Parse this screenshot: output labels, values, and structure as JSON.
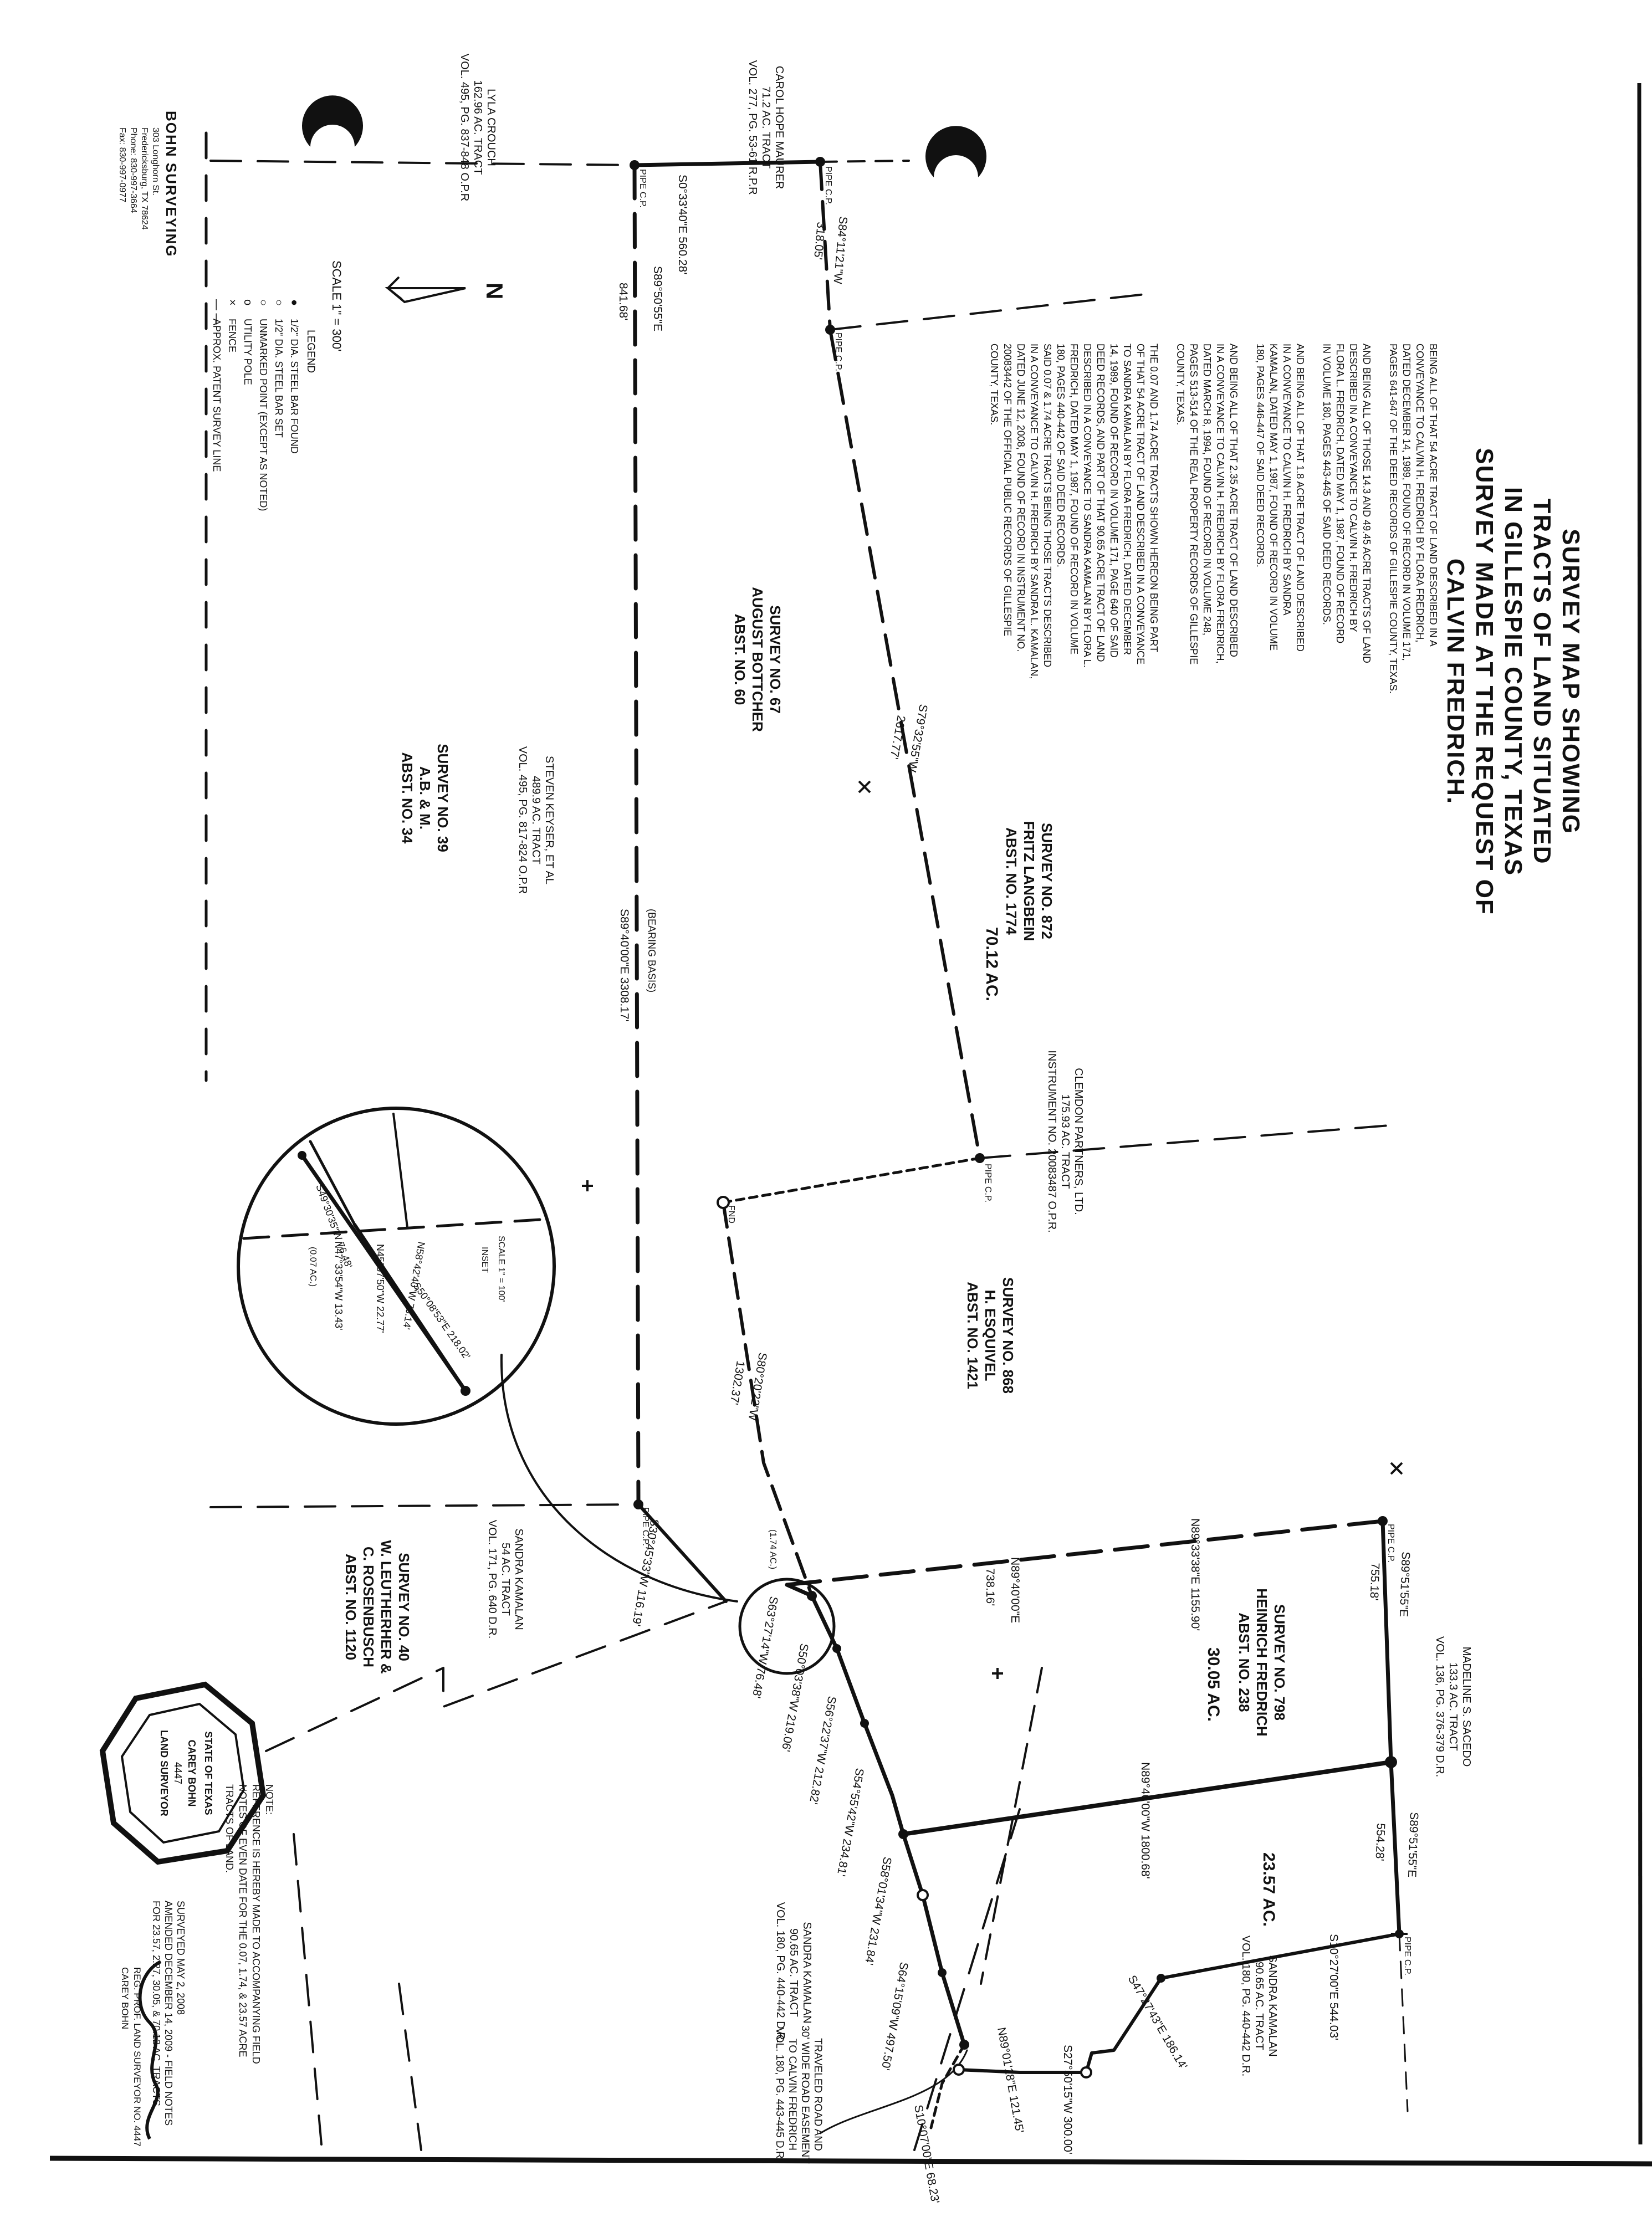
{
  "title_block": {
    "lines": [
      "SURVEY MAP SHOWING",
      "TRACTS OF LAND SITUATED",
      "IN GILLESPIE COUNTY, TEXAS",
      "SURVEY MADE AT THE REQUEST OF",
      "CALVIN FREDRICH."
    ]
  },
  "description": {
    "lines": [
      "BEING ALL OF THAT 54 ACRE TRACT OF LAND DESCRIBED IN A",
      "CONVEYANCE TO CALVIN H. FREDRICH BY FLORA FREDRICH,",
      "DATED DECEMBER 14, 1989, FOUND OF RECORD IN VOLUME 171,",
      "PAGES 641-647 OF THE DEED RECORDS OF GILLESPIE COUNTY, TEXAS.",
      "",
      "AND BEING ALL OF THOSE 14.3 AND 49.45 ACRE TRACTS OF LAND",
      "DESCRIBED IN A CONVEYANCE TO CALVIN H. FREDRICH BY",
      "FLORA L. FREDRICH, DATED MAY 1, 1987, FOUND OF RECORD",
      "IN VOLUME 180, PAGES 443-445 OF SAID DEED RECORDS.",
      "",
      "AND BEING ALL OF THAT 1.8 ACRE TRACT OF LAND DESCRIBED",
      "IN A CONVEYANCE TO CALVIN H. FREDRICH BY SANDRA",
      "KAMALAN, DATED MAY 1, 1987, FOUND OF RECORD IN VOLUME",
      "180, PAGES 446-447 OF SAID DEED RECORDS.",
      "",
      "AND BEING ALL OF THAT 2.35 ACRE TRACT OF LAND DESCRIBED",
      "IN A CONVEYANCE TO CALVIN H. FREDRICH BY FLORA FREDRICH,",
      "DATED MARCH 8, 1994, FOUND OF RECORD IN VOLUME 248,",
      "PAGES 513-514 OF THE REAL PROPERTY RECORDS OF GILLESPIE",
      "COUNTY, TEXAS.",
      "",
      "THE 0.07 AND 1.74 ACRE TRACTS SHOWN HEREON BEING PART",
      "OF THAT 54 ACRE TRACT OF LAND DESCRIBED IN A CONVEYANCE",
      "TO SANDRA KAMALAN BY FLORA FREDRICH, DATED DECEMBER",
      "14, 1989, FOUND OF RECORD IN VOLUME 171, PAGE 640 OF SAID",
      "DEED RECORDS, AND PART OF THAT 90.65 ACRE TRACT OF LAND",
      "DESCRIBED IN A CONVEYANCE TO SANDRA KAMALAN BY FLORA L.",
      "FREDRICH, DATED MAY 1, 1987, FOUND OF RECORD IN VOLUME",
      "180, PAGES 440-442 OF SAID DEED RECORDS.",
      "SAID 0.07 & 1.74 ACRE TRACTS BEING THOSE TRACTS DESCRIBED",
      "IN A CONVEYANCE TO CALVIN H. FREDRICH BY SANDRA L. KAMALAN,",
      "DATED JUNE 12, 2008, FOUND OF RECORD IN INSTRUMENT NO.",
      "20083442 OF THE OFFICIAL PUBLIC RECORDS OF GILLESPIE",
      "COUNTY, TEXAS."
    ]
  },
  "adjoiners": {
    "lyla": [
      "LYLA CROUCH",
      "162.96 AC. TRACT",
      "VOL. 495, PG. 837-848 O.P.R"
    ],
    "carol": [
      "CAROL HOPE MAURER",
      "71.2 AC. TRACT",
      "VOL. 277, PG. 53-61 R.P.R"
    ],
    "clemdon": [
      "CLEMDON PARTNERS, LTD.",
      "175.93 AC. TRACT",
      "INSTRUMENT NO. 20083487 O.P.R."
    ],
    "keyser": [
      "STEVEN KEYSER, ET AL",
      "489.9 AC. TRACT",
      "VOL. 495, PG. 817-824 O.P.R"
    ],
    "sandra54": [
      "SANDRA KAMALAN",
      "54 AC. TRACT",
      "VOL. 171, PG. 640 D.R."
    ],
    "madeline": [
      "MADELINE S. SACEDO",
      "133.3 AC. TRACT",
      "VOL. 136, PG. 376-379 D.R."
    ],
    "sandra90": [
      "SANDRA KAMALAN",
      "90.65 AC. TRACT",
      "VOL. 180, PG. 440-442 D.R."
    ],
    "sandra90b": [
      "SANDRA KAMALAN",
      "90.65 AC. TRACT",
      "VOL. 180, PG. 440-442 D.R."
    ],
    "traveled": [
      "TRAVELED ROAD AND",
      "30' WIDE ROAD EASEMENT",
      "TO CALVIN FREDRICH",
      "VOL. 180, PG. 443-445 D.R."
    ]
  },
  "surveys": {
    "s67": [
      "SURVEY NO. 67",
      "AUGUST BOTTCHER",
      "ABST. NO. 60"
    ],
    "s872": [
      "SURVEY NO. 872",
      "FRITZ LANGBEIN",
      "ABST. NO. 1774"
    ],
    "s39": [
      "SURVEY NO. 39",
      "A.B. & M.",
      "ABST. NO. 34"
    ],
    "s868": [
      "SURVEY NO. 868",
      "H. ESQUIVEL",
      "ABST. NO. 1421"
    ],
    "s798": [
      "SURVEY NO. 798",
      "HEINRICH FREDRICH",
      "ABST. NO. 238"
    ],
    "s40": [
      "SURVEY NO. 40",
      "W. LEUTHERHER &",
      "C. ROSENBUSCH",
      "ABST. NO. 1120"
    ]
  },
  "acreage": {
    "a70": "70.12 AC.",
    "a30": "30.05 AC.",
    "a23": "23.57 AC."
  },
  "bearings": {
    "b1": "S0°33'40\"E  560.28'",
    "b2": "S89°50'55\"E",
    "b2d": "841.68'",
    "b3": "S84°11'21\"W",
    "b3d": "318.05'",
    "b4": "S79°32'55\"W",
    "b4d": "2617.77'",
    "b5": "S89°40'00\"E  3308.17'",
    "b5b": "(BEARING BASIS)",
    "b6": "S80°20'22\"W",
    "b6d": "1302.37'",
    "b7": "N89°33'38\"E  1155.90'",
    "b8": "S89°51'55\"E",
    "b8d": "755.18'",
    "b9": "N89°40'00\"W  1800.68'",
    "b10": "S89°51'55\"E",
    "b10d": "554.28'",
    "b11": "S10°27'00\"E  544.03'",
    "b12": "N89°40'00\"E",
    "b12d": "738.16'",
    "b13": "S47°27'43\"E  186.14'",
    "b14": "S27°50'15\"W  300.00'",
    "b15": "S10°07'00\"E  68.23'",
    "b16": "N89°01'18\"E  121.45'",
    "b17": "S64°15'09\"W  497.50'",
    "b18": "S58°01'34\"W  231.84'",
    "b19": "S54°55'42\"W  234.81'",
    "b20": "S56°22'37\"W  212.82'",
    "b21": "S50°03'38\"W  219.06'",
    "b22": "S63°27'14\"W  76.48'",
    "b23": "S30°45'33\"W  116.19'"
  },
  "inset": {
    "scale": "SCALE 1\" = 100'",
    "label": "INSET",
    "calls": [
      "N58°42'40\"W  76.14'",
      "N45°07'50\"W  22.77'",
      "S50°08'53\"E  218.02'",
      "N47°33'54\"W  13.43'",
      "S49°30'35\"W  76.48'"
    ],
    "tract": "(0.07 AC.)",
    "tract2": "(1.74 AC.)"
  },
  "legend": {
    "title": "LEGEND",
    "items": [
      "1/2\" DIA. STEEL BAR FOUND",
      "1/2\" DIA. STEEL BAR SET",
      "UNMARKED POINT (EXCEPT AS NOTED)",
      "UTILITY POLE",
      "FENCE",
      "APPROX. PATENT SURVEY LINE"
    ],
    "symbols": [
      "●",
      "○",
      "○",
      "ᴏ",
      "×",
      "— —"
    ]
  },
  "company": {
    "name": "BOHN SURVEYING",
    "lines": [
      "303 Longhorn St.",
      "Fredericksburg, TX 78624",
      "Phone: 830-997-3664",
      "Fax: 830-997-0977"
    ]
  },
  "scale": {
    "text": "SCALE  1\" = 300'",
    "north": "N"
  },
  "note": {
    "lines": [
      "NOTE:",
      "REFERENCE IS HEREBY MADE TO ACCOMPANYING FIELD",
      "NOTES OF EVEN DATE FOR THE 0.07, 1.74, & 23.57 ACRE",
      "TRACTS OF LAND."
    ]
  },
  "signature": {
    "lines": [
      "SURVEYED MAY 2, 2008",
      "AMENDED DECEMBER 14, 2009 - FIELD NOTES",
      "FOR 23.57, 2.27, 30.05, & 70.12 AC. TRACTS"
    ],
    "name": "CAREY BOHN",
    "reg": "REG. PROF. LAND SURVEYOR NO. 4447",
    "seal": [
      "STATE OF TEXAS",
      "CAREY BOHN",
      "4447",
      "LAND SURVEYOR"
    ]
  },
  "points": {
    "pipe": "PIPE C.P.",
    "fnd": "FND"
  }
}
